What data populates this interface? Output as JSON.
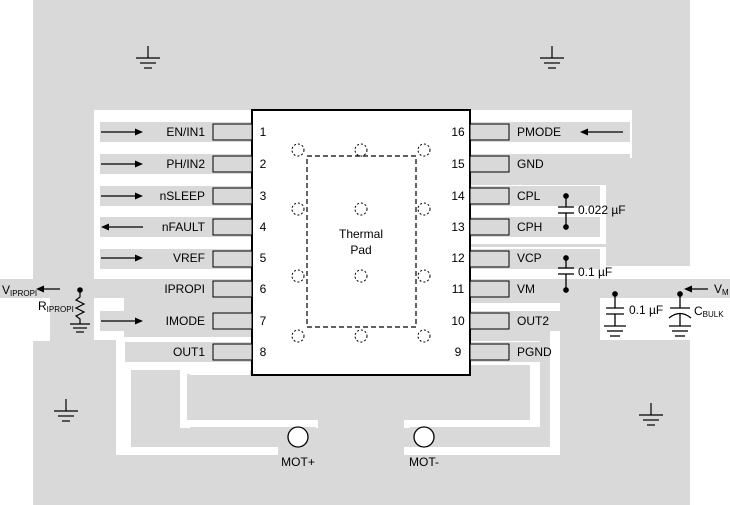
{
  "chip": {
    "thermal_pad_line1": "Thermal",
    "thermal_pad_line2": "Pad"
  },
  "left_pins": [
    {
      "num": "1",
      "name": "EN/IN1",
      "arrow": "in"
    },
    {
      "num": "2",
      "name": "PH/IN2",
      "arrow": "in"
    },
    {
      "num": "3",
      "name": "nSLEEP",
      "arrow": "in"
    },
    {
      "num": "4",
      "name": "nFAULT",
      "arrow": "out"
    },
    {
      "num": "5",
      "name": "VREF",
      "arrow": "in"
    },
    {
      "num": "6",
      "name": "IPROPI",
      "arrow": "none"
    },
    {
      "num": "7",
      "name": "IMODE",
      "arrow": "in"
    },
    {
      "num": "8",
      "name": "OUT1",
      "arrow": "none"
    }
  ],
  "right_pins": [
    {
      "num": "16",
      "name": "PMODE",
      "arrow": "in"
    },
    {
      "num": "15",
      "name": "GND",
      "arrow": "none"
    },
    {
      "num": "14",
      "name": "CPL",
      "arrow": "none"
    },
    {
      "num": "13",
      "name": "CPH",
      "arrow": "none"
    },
    {
      "num": "12",
      "name": "VCP",
      "arrow": "none"
    },
    {
      "num": "11",
      "name": "VM",
      "arrow": "none"
    },
    {
      "num": "10",
      "name": "OUT2",
      "arrow": "none"
    },
    {
      "num": "9",
      "name": "PGND",
      "arrow": "none"
    }
  ],
  "components": {
    "cap_cpl_cph": "0.022 µF",
    "cap_vcp": "0.1 µF",
    "cap_vm": "0.1 µF",
    "cbulk_main": "C",
    "cbulk_sub": "BULK",
    "vm_main": "V",
    "vm_sub": "M",
    "vipropi_main": "V",
    "vipropi_sub": "IPROPI",
    "ripropi_main": "R",
    "ripropi_sub": "IPROPI"
  },
  "motor": {
    "plus_label": "MOT+",
    "minus_label": "MOT-"
  },
  "colors": {
    "copper": "#d9d9d9",
    "trace": "#ffffff",
    "chip_body": "#ffffff",
    "outline": "#000000"
  }
}
